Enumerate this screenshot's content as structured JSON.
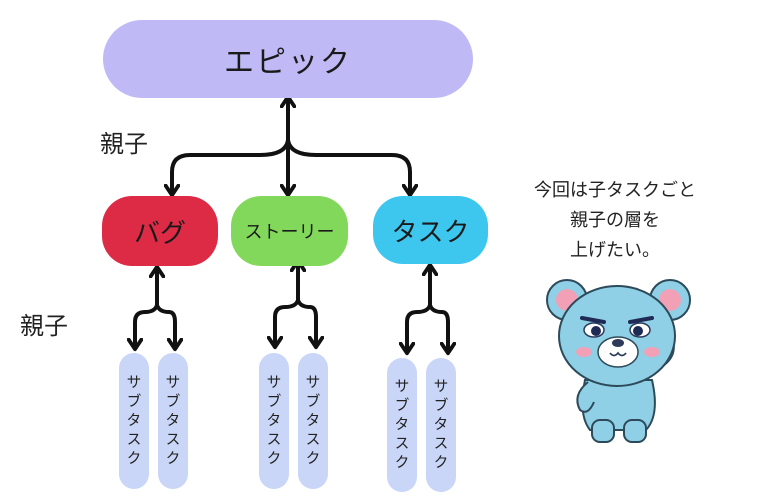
{
  "nodes": {
    "epic": "エピック",
    "bug": "バグ",
    "story": "ストーリー",
    "task": "タスク",
    "subtask": "サブタスク"
  },
  "labels": {
    "parent_child_top": "親子",
    "parent_child_bottom": "親子"
  },
  "note": {
    "line1": "今回は子タスクごと",
    "line2": "親子の層を",
    "line3": "上げたい。"
  },
  "colors": {
    "epic": "#bfbaf6",
    "bug": "#dd2b45",
    "story": "#82d85a",
    "task": "#3dc6ee",
    "subtask": "#c9d6f7",
    "bear": "#8fd0e6"
  },
  "icons": [
    "bear-mascot-icon"
  ]
}
